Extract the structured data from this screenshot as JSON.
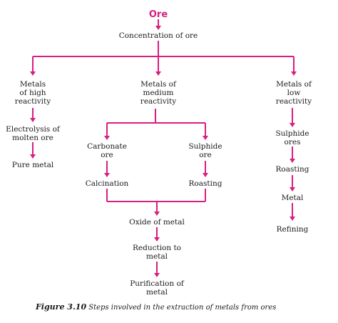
{
  "root": "Ore",
  "concentration": "Concentration of ore",
  "high": {
    "title": [
      "Metals",
      "of high",
      "reactivity"
    ],
    "step1": [
      "Electrolysis of",
      "molten ore"
    ],
    "step2": "Pure metal"
  },
  "medium": {
    "title": [
      "Metals of",
      "medium",
      "reactivity"
    ],
    "carbonate": [
      "Carbonate",
      "ore"
    ],
    "sulphide": [
      "Sulphide",
      "ore"
    ],
    "calcination": "Calcination",
    "roasting": "Roasting",
    "oxide": "Oxide of metal",
    "reduction": [
      "Reduction to",
      "metal"
    ],
    "purification": [
      "Purification of",
      "metal"
    ]
  },
  "low": {
    "title": [
      "Metals of",
      "low",
      "reactivity"
    ],
    "ore": [
      "Sulphide",
      "ores"
    ],
    "roasting": "Roasting",
    "metal": "Metal",
    "refining": "Refining"
  },
  "caption": {
    "label": "Figure 3.10",
    "text": " Steps involved in the extraction of metals from ores"
  },
  "colors": {
    "accent": "#d81e7f",
    "text": "#1a1a1a"
  }
}
